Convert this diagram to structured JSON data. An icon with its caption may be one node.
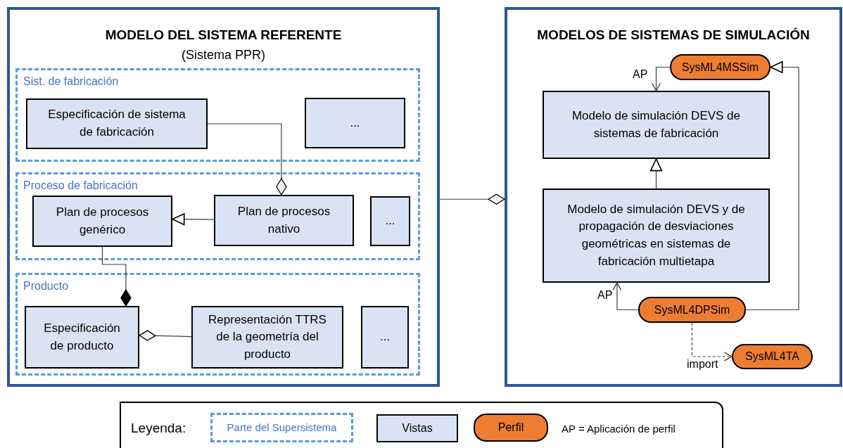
{
  "diagram": {
    "nodes": [
      {
        "text": [
          "MODELO DEL SISTEMA REFERENTE",
          "(Sistema PPR)"
        ]
      },
      {
        "text": [
          "Sist. de fabricación"
        ],
        "in": 0
      },
      {
        "text": [
          "Especificación de sistema de fabricación"
        ],
        "in": 1
      },
      {
        "text": [
          "..."
        ],
        "in": 1
      },
      {
        "text": [
          "Proceso de fabricación"
        ],
        "in": 0
      },
      {
        "text": [
          "Plan de procesos genérico"
        ],
        "in": 4
      },
      {
        "text": [
          "Plan de procesos nativo"
        ],
        "in": 4
      },
      {
        "text": [
          "..."
        ],
        "in": 4
      },
      {
        "text": [
          "Producto"
        ],
        "in": 0
      },
      {
        "text": [
          "Especificación de producto"
        ],
        "in": 8
      },
      {
        "text": [
          "Representación TTRS de la geometría del producto"
        ],
        "in": 8
      },
      {
        "text": [
          "..."
        ],
        "in": 8
      },
      {
        "text": [
          "MODELOS DE SISTEMAS DE SIMULACIÓN"
        ]
      },
      {
        "text": [
          "SysML4MSSim"
        ],
        "in": 12
      },
      {
        "text": [
          "Modelo de simulación DEVS de sistemas de fabricación"
        ],
        "in": 12
      },
      {
        "text": [
          "Modelo de simulación DEVS y de propagación de desviaciones geométricas en sistemas de fabricación multietapa"
        ],
        "in": 12
      },
      {
        "text": [
          "SysML4DPSim"
        ],
        "in": 12
      },
      {
        "text": [
          "SysML4TA"
        ],
        "in": 12
      }
    ],
    "edges": [
      {
        "from": 2,
        "to": 6,
        "arrow": "other"
      },
      {
        "from": 6,
        "to": 5,
        "arrow": "to"
      },
      {
        "from": 5,
        "to": 9,
        "arrow": "other"
      },
      {
        "from": 10,
        "to": 9,
        "arrow": "other"
      },
      {
        "from": 0,
        "to": 12,
        "arrow": "other"
      },
      {
        "from": 13,
        "to": 14,
        "arrow": "to",
        "label": "AP"
      },
      {
        "from": 15,
        "to": 14,
        "arrow": "to"
      },
      {
        "from": 16,
        "to": 15,
        "arrow": "to",
        "label": "AP"
      },
      {
        "from": 16,
        "to": 13,
        "arrow": "to"
      },
      {
        "from": 16,
        "to": 17,
        "arrow": "to",
        "label": "import",
        "style": "dashed"
      }
    ],
    "labels": [
      "Leyenda:",
      "AP = Aplicación de perfil"
    ],
    "legend": [
      {
        "text": "Parte del Supersistema"
      },
      {
        "text": "Vistas",
        "color": "#dae3f3"
      },
      {
        "text": "Perfil",
        "color": "#ed7d31"
      }
    ]
  }
}
